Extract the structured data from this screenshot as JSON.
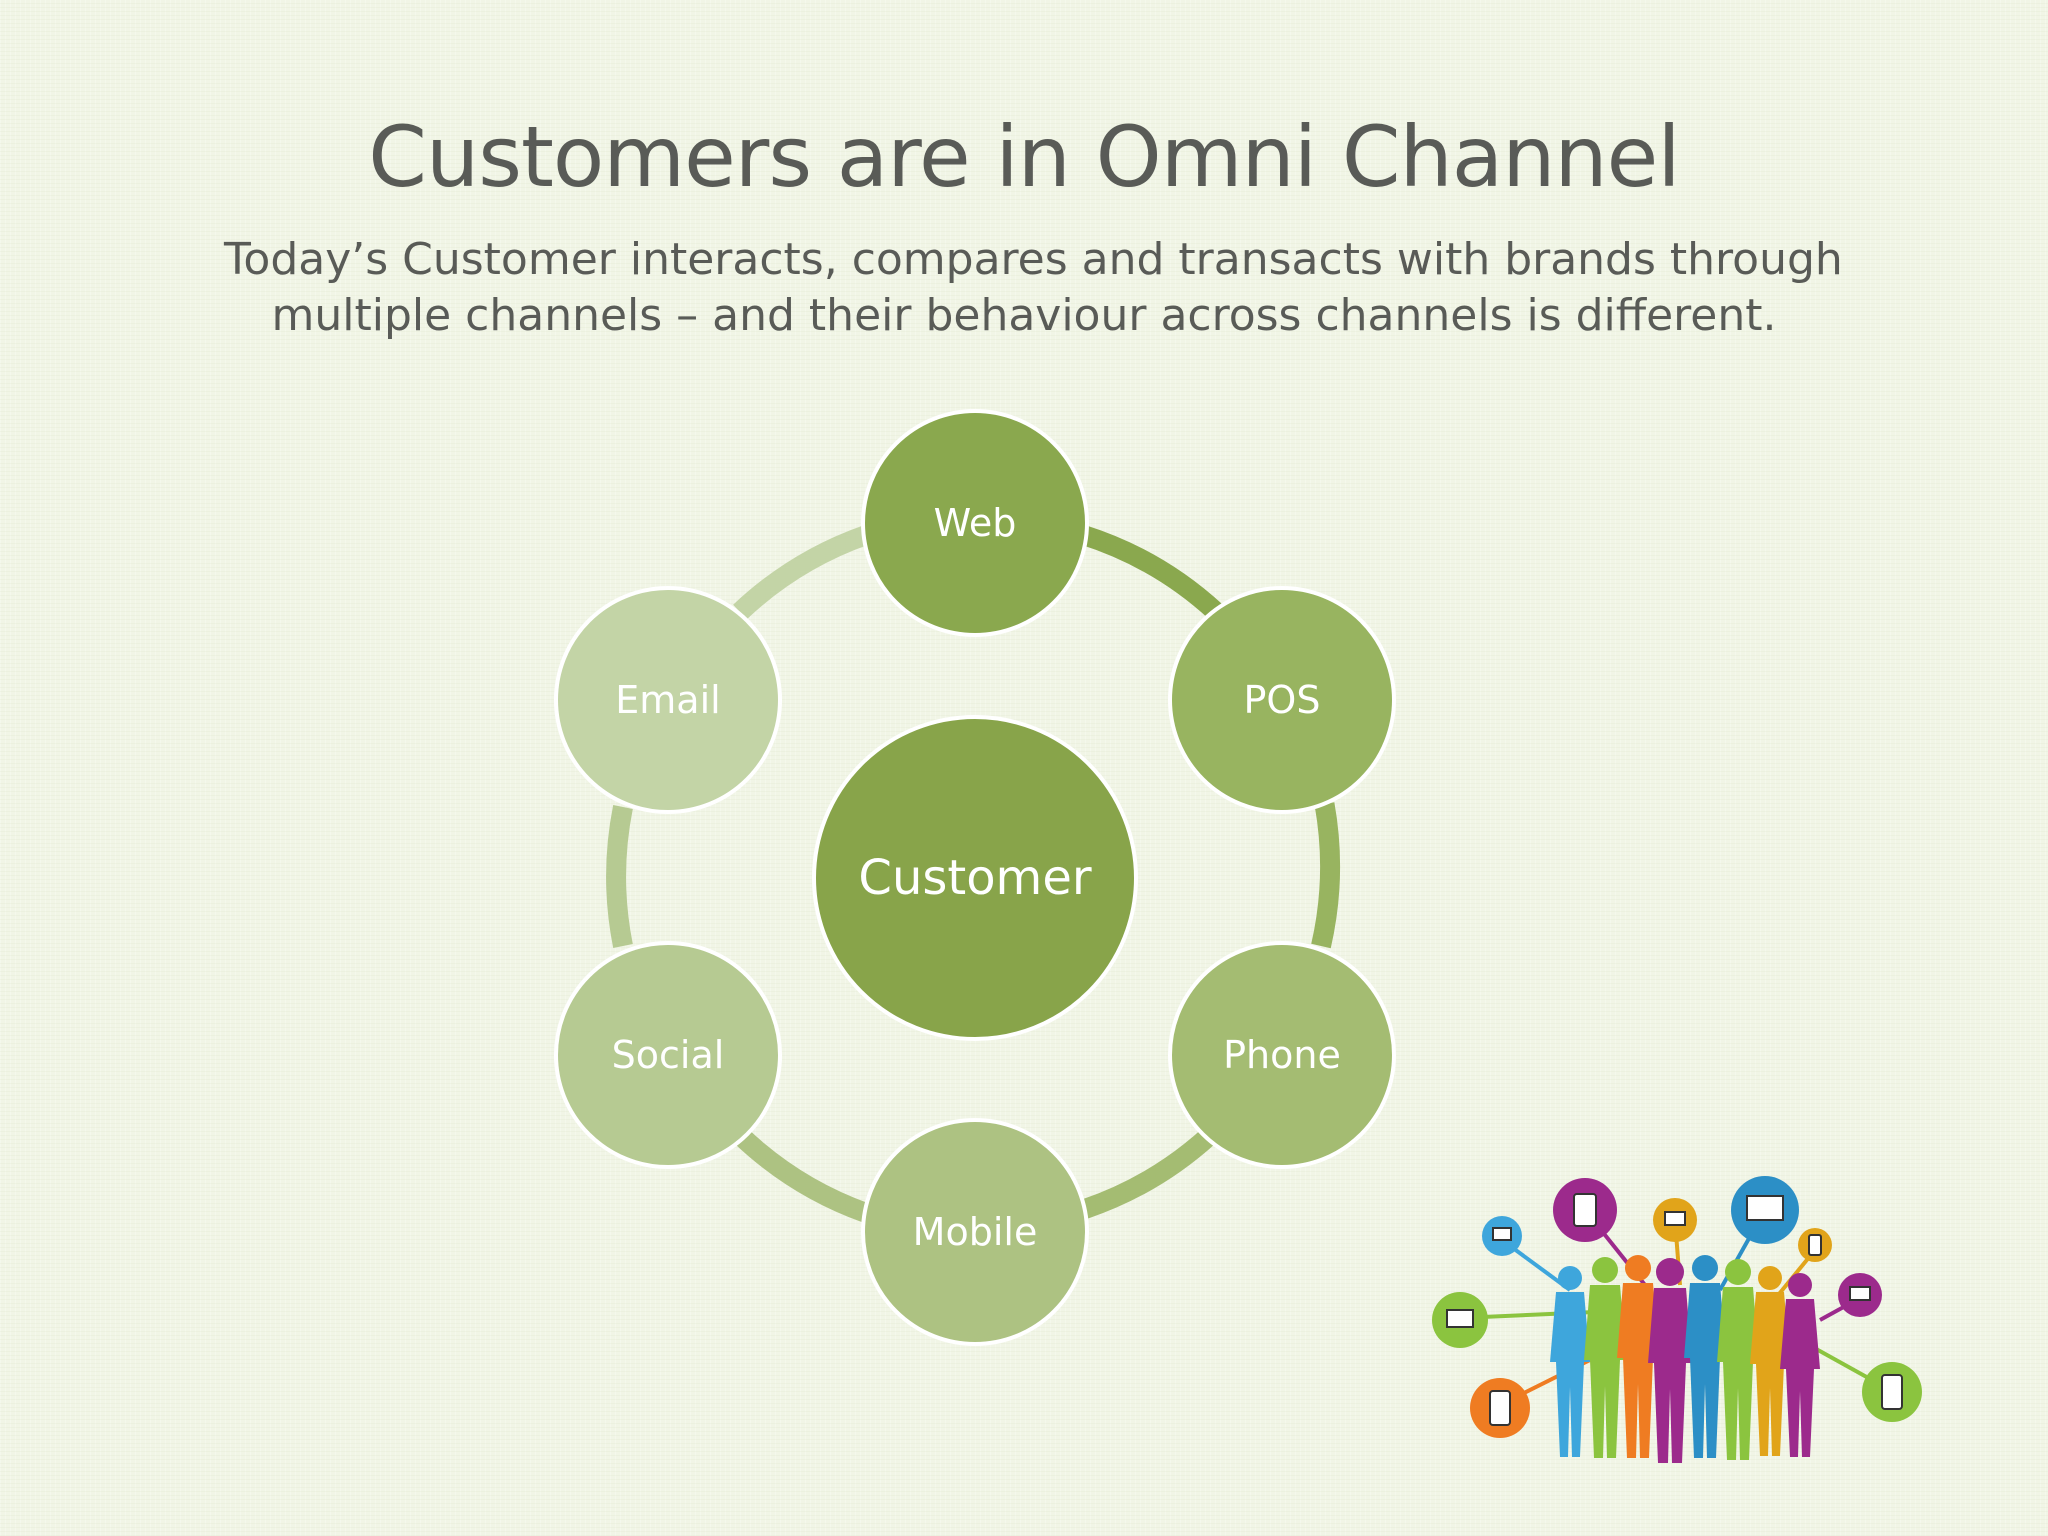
{
  "title": "Customers are in Omni Channel",
  "subtitle": {
    "line1": "Today’s Customer interacts, compares and transacts with brands through",
    "line2": "multiple channels – and their behaviour across channels is different."
  },
  "diagram": {
    "center": {
      "label": "Customer",
      "color": "#88a44a"
    },
    "nodes": [
      {
        "id": "web",
        "label": "Web",
        "color": "#8aa84e"
      },
      {
        "id": "pos",
        "label": "POS",
        "color": "#98b460"
      },
      {
        "id": "phone",
        "label": "Phone",
        "color": "#a4bc72"
      },
      {
        "id": "mobile",
        "label": "Mobile",
        "color": "#adc282"
      },
      {
        "id": "social",
        "label": "Social",
        "color": "#b6ca92"
      },
      {
        "id": "email",
        "label": "Email",
        "color": "#c3d4a6"
      }
    ]
  },
  "illustration": {
    "name": "people-with-devices",
    "colors": [
      "#e1a41a",
      "#3ea6dc",
      "#9c2a8c",
      "#ef7c22",
      "#8bc43f",
      "#2c8fc6"
    ]
  }
}
